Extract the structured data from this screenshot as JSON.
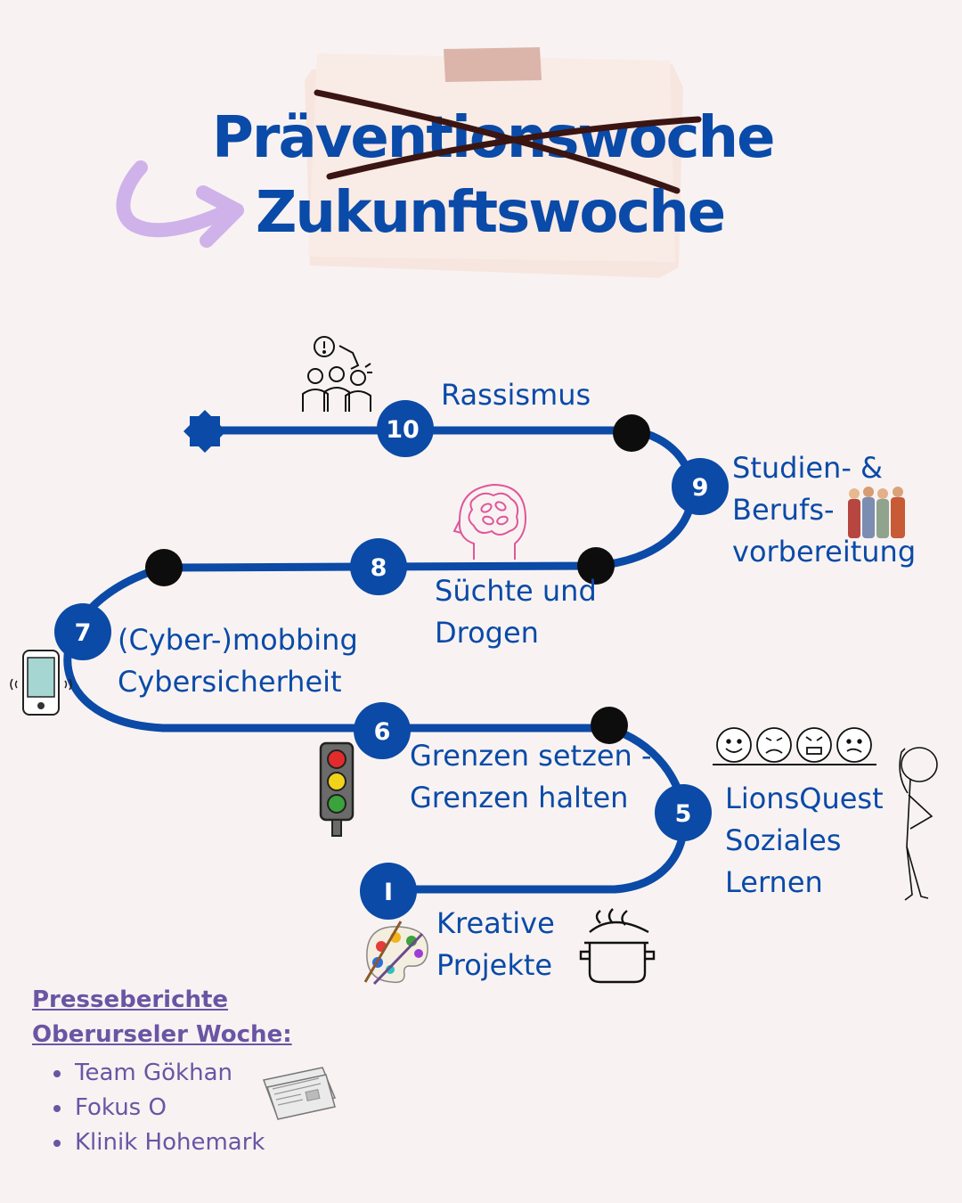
{
  "title": {
    "old_word": "Präventionswoche",
    "new_word": "Zukunftswoche"
  },
  "colors": {
    "road": "#0b4aa6",
    "accent_text": "#0a4aa8",
    "press_text": "#6a55a4",
    "background": "#f8f3f2",
    "note_paper": "#f7e3dd",
    "tape": "#dbb5aa",
    "arrow": "#cfb2ea"
  },
  "stations": [
    {
      "number": "10",
      "label": [
        "Rassismus"
      ],
      "icon": "people-alert-icon"
    },
    {
      "number": "9",
      "label": [
        "Studien- &",
        "Berufs-",
        "vorbereitung"
      ],
      "icon": "workers-icon"
    },
    {
      "number": "8",
      "label": [
        "Süchte und",
        "Drogen"
      ],
      "icon": "brain-pills-icon"
    },
    {
      "number": "7",
      "label": [
        "(Cyber-)mobbing",
        "Cybersicherheit"
      ],
      "icon": "smartphone-icon"
    },
    {
      "number": "6",
      "label": [
        "Grenzen setzen -",
        "Grenzen halten"
      ],
      "icon": "traffic-light-icon"
    },
    {
      "number": "5",
      "label": [
        "LionsQuest",
        "Soziales",
        "Lernen"
      ],
      "icon": "emotions-faces-icon"
    },
    {
      "number": "I",
      "label": [
        "Kreative",
        "Projekte"
      ],
      "icon": "paint-palette-icon"
    }
  ],
  "press": {
    "title_lines": [
      "Presseberichte",
      "Oberurseler Woche:"
    ],
    "items": [
      "Team Gökhan",
      "Fokus O",
      "Klinik Hohemark"
    ]
  }
}
